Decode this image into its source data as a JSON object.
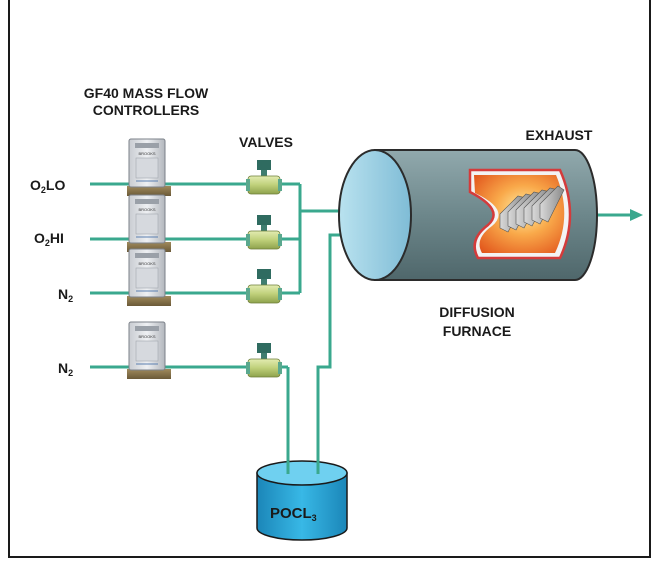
{
  "title_line1": "GF40 MASS FLOW",
  "title_line2": "CONTROLLERS",
  "valves_label": "VALVES",
  "exhaust_label": "EXHAUST",
  "furnace_line1": "DIFFUSION",
  "furnace_line2": "FURNACE",
  "controller_brand": "BROOKS",
  "gas_lines": [
    {
      "main": "O",
      "sub": "2",
      "tail": "LO"
    },
    {
      "main": "O",
      "sub": "2",
      "tail": "HI"
    },
    {
      "main": "N",
      "sub": "2",
      "tail": ""
    },
    {
      "main": "N",
      "sub": "2",
      "tail": ""
    }
  ],
  "source": {
    "main": "POCL",
    "sub": "3"
  },
  "colors": {
    "pipe": "#3aa88e",
    "valve": "#c8d886",
    "valve_handle": "#2f6b60",
    "furnace_body": "#6f8a8e",
    "furnace_end": "#8ec7de",
    "chamber_glow": "#f07a30",
    "tank": "#2aa6d8"
  }
}
